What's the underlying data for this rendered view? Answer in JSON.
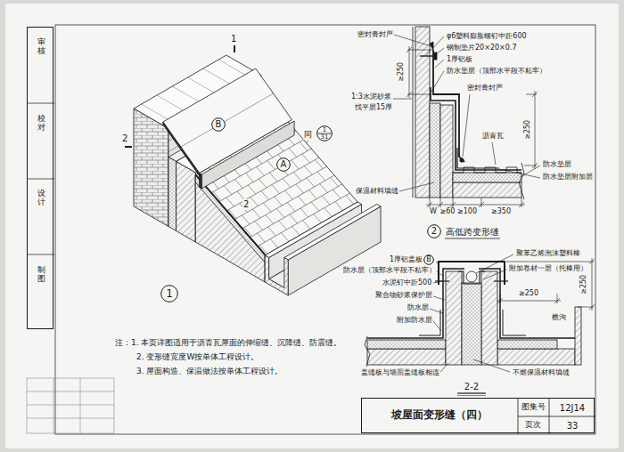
{
  "diagram": {
    "title": "坡屋面变形缝（四）",
    "nodes": [
      {
        "text": [
          "审核",
          "校对",
          "设计",
          "制图"
        ]
      },
      {
        "text": [
          "A"
        ]
      },
      {
        "text": [
          "B"
        ]
      },
      {
        "text": [
          "1"
        ]
      },
      {
        "text": [
          "1",
          "31"
        ]
      },
      {
        "text": [
          "2"
        ]
      },
      {
        "text": [
          "B"
        ]
      },
      {
        "text": [
          "图集号",
          "12J14",
          "页次",
          "33"
        ]
      }
    ],
    "labels": [
      "1",
      "2",
      "2",
      "同",
      "注：1. 本页详图适用于沥青瓦屋面的伸缩缝、沉降缝、防震缝。",
      "2. 变形缝宽度W按单体工程设计。",
      "3. 屋面构造、保温做法按单体工程设计。",
      "密封膏封严",
      "φ6塑料膨胀螺钉中距600",
      "钢制垫片20×20×0.7",
      "1厚铝板",
      "防水垫层（顶部水平段不粘牢）",
      "密封膏封严",
      "沥青瓦",
      "1:3水泥砂浆",
      "找平层15厚",
      "≥250",
      "≥250",
      "防水垫层",
      "防水垫层附加层",
      "保温材料填缝",
      "W",
      "≥60",
      "≥100",
      "≥350",
      "高低跨变形缝",
      "1厚铝盖板",
      "防水层（顶部水平段不粘牢）",
      "水泥钉中距500",
      "聚合物砂浆保护层",
      "防水层",
      "附加防水层",
      "聚苯乙烯泡沫塑料棒",
      "附加卷材一层（托棒用）",
      "≥250",
      "≥250",
      "檐沟",
      "盖缝板与墙面盖缝板相连",
      "不燃保温材料填缝",
      "2-2"
    ]
  }
}
